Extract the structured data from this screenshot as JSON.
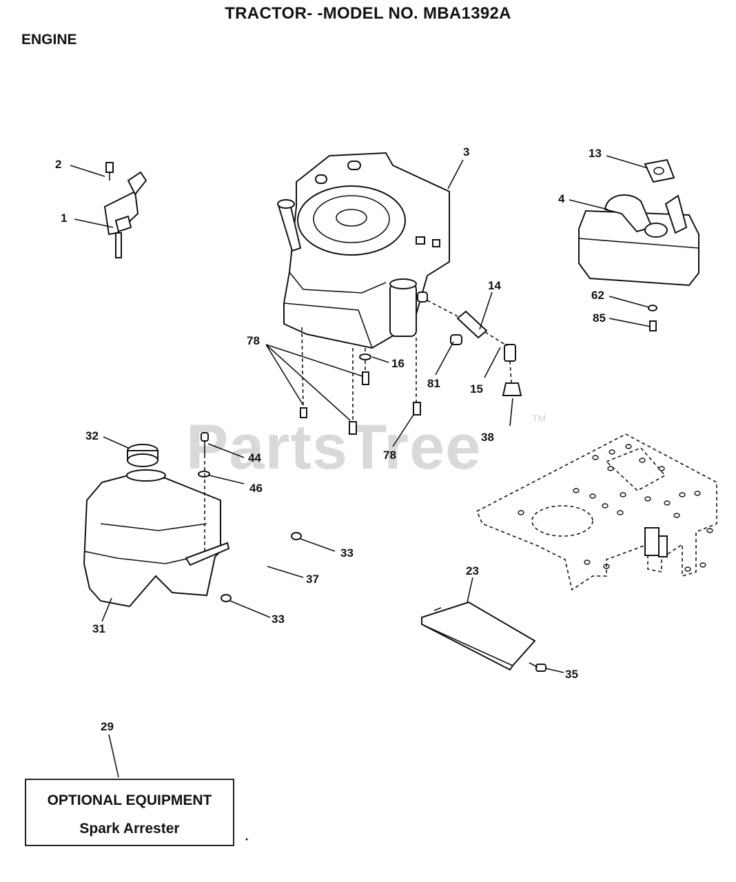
{
  "header": {
    "title": "TRACTOR- -MODEL NO. MBA1392A",
    "section": "ENGINE"
  },
  "watermark": {
    "text": "PartsTree",
    "trademark": "TM"
  },
  "callouts": {
    "c1": "1",
    "c2": "2",
    "c3": "3",
    "c4": "4",
    "c13": "13",
    "c14": "14",
    "c15": "15",
    "c16": "16",
    "c23": "23",
    "c29": "29",
    "c31": "31",
    "c32": "32",
    "c33a": "33",
    "c33b": "33",
    "c35": "35",
    "c37": "37",
    "c38": "38",
    "c44": "44",
    "c46": "46",
    "c62": "62",
    "c78a": "78",
    "c78b": "78",
    "c81": "81",
    "c85": "85"
  },
  "optional_box": {
    "heading": "OPTIONAL EQUIPMENT",
    "item": "Spark Arrester"
  }
}
